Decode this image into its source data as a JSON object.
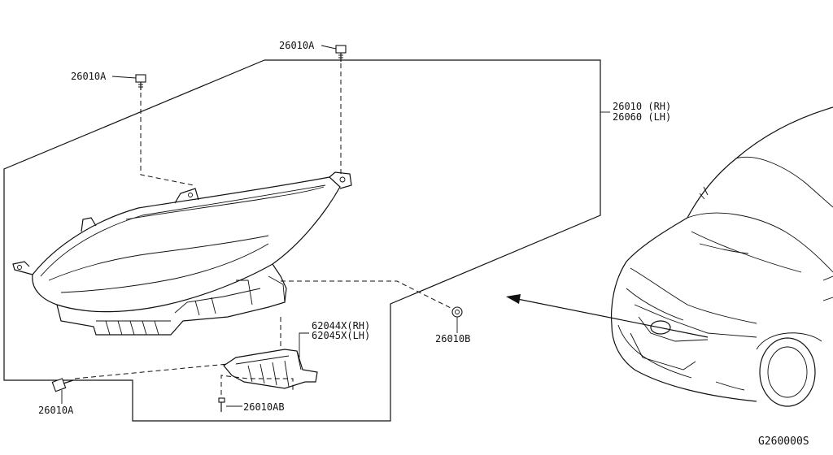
{
  "callouts": {
    "bolt_top": "26010A",
    "bolt_left": "26010A",
    "bolt_bottom": "26010A",
    "headlamp_rh": "26010 (RH)",
    "headlamp_lh": "26060 (LH)",
    "nut": "26010B",
    "bracket_rh": "62044X(RH)",
    "bracket_lh": "62045X(LH)",
    "screw": "26010AB"
  },
  "diagram_code": "G260000S"
}
